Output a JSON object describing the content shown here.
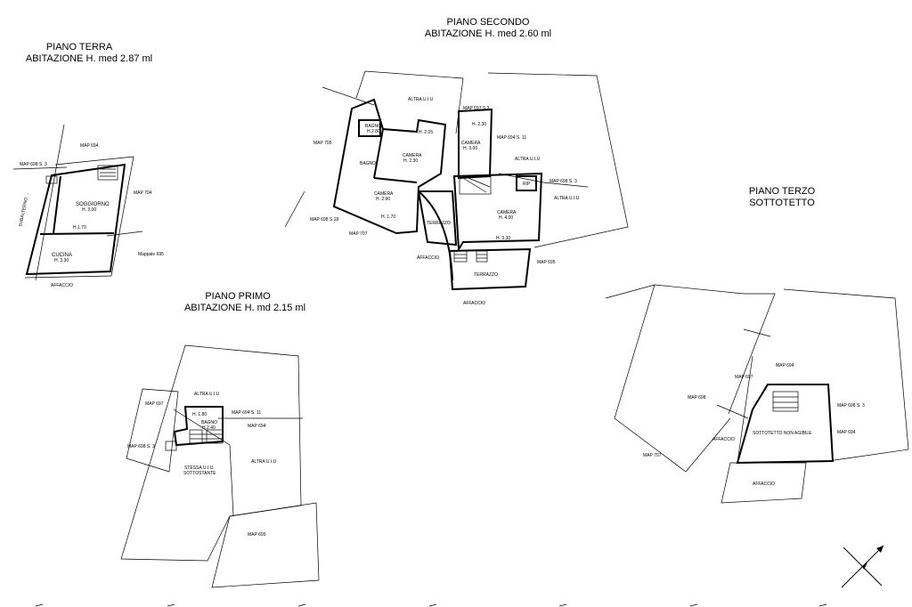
{
  "titles": {
    "terra": {
      "line1": "PIANO TERRA",
      "line2": "ABITAZIONE H. med 2.87 ml"
    },
    "secondo": {
      "line1": "PIANO SECONDO",
      "line2": "ABITAZIONE H. med 2.60 ml"
    },
    "primo": {
      "line1": "PIANO PRIMO",
      "line2": "ABITAZIONE H. md 2.15 ml"
    },
    "terzo": {
      "line1": "PIANO TERZO",
      "line2": "SOTTOTETTO"
    }
  },
  "terra": {
    "map694": "MAP 694",
    "map698": "MAP 698 S. 3",
    "map704": "MAP 704",
    "soggiorno": "SOGGIORNO",
    "soggiorno_h": "H. 3.00",
    "h170": "H.1.70",
    "cucina": "CUCINA",
    "cucina_h": "H. 3.30",
    "mappale695": "Mappale 695",
    "affaccio": "AFFACCIO",
    "road": "SUBALTERNO ..."
  },
  "secondo": {
    "altra_uiu_top": "ALTRA U.I.U",
    "map697s3": "MAP 697 S.3",
    "h230": "H. 2.30",
    "map694s11": "MAP 694 S. 11",
    "bagno1": "BAGNO",
    "bagno1_h": "H.2.80",
    "h205": "H. 2.05",
    "camera1": "CAMERA",
    "camera1_h": "H. 2.30",
    "camera2": "CAMERA",
    "camera2_h": "H. 3.00",
    "map705": "MAP 705",
    "bagno2": "BAGNO",
    "altra_uiu_mid": "ALTRA U.I.U",
    "rip": "RIP",
    "map698s3": "MAP 698 S. 3",
    "altra_uiu_right": "ALTRA U.I.U",
    "camera3": "CAMERA",
    "camera3_h": "H. 2.90",
    "h170": "H. 1.70",
    "map698s18": "MAP 698 S.18",
    "map707": "MAP 707",
    "terrazzo1": "TERRAZZO",
    "camera4": "CAMERA",
    "camera4_h": "H. 4.00",
    "h330": "H. 3.30",
    "affaccio1": "AFFACCIO",
    "terrazzo2": "TERRAZZO",
    "map695": "MAP 695",
    "affaccio2": "AFFACCIO"
  },
  "primo": {
    "map697": "MAP 697",
    "altra_uiu": "ALTRA U.I.U",
    "h180": "H. 1.80",
    "map694s11": "MAP 694 S. 11",
    "bagno": "BAGNO",
    "bagno_h": "H.2.40",
    "map694": "MAP 694",
    "map698s3": "MAP 698 S. 3",
    "altra_uiu2": "ALTRA U.I.U",
    "stessa1": "STESSA U.I.U",
    "stessa2": "SOTTOSTANTE",
    "map695": "MAP 695"
  },
  "terzo": {
    "map697": "MAP 697",
    "map694": "MAP 694",
    "map698": "MAP 698",
    "map698s3": "MAP 698 S. 3",
    "sottotetto": "SOTTOTETTO NON AGIBILE",
    "affaccio1": "AFFACCIO",
    "map694b": "MAP 694",
    "map707": "MAP 707",
    "affaccio2": "AFFACCIO"
  },
  "icons": {
    "compass": "north-arrow-icon"
  }
}
